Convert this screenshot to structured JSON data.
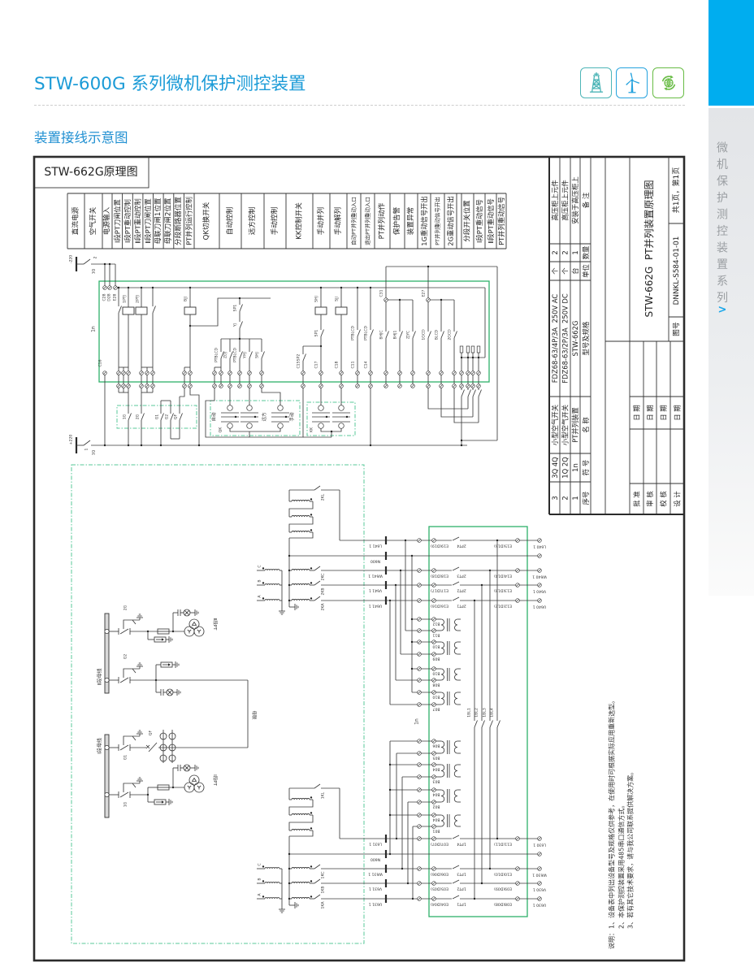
{
  "page": {
    "title": "STW-600G 系列微机保护测控装置",
    "section_title": "装置接线示意图",
    "title_color": "#1b9bd7",
    "section_color": "#2190d2",
    "header_icons": [
      {
        "icon": "transmission-tower-icon",
        "color": "#4db5b7"
      },
      {
        "icon": "wind-turbine-icon",
        "color": "#26a3de"
      },
      {
        "icon": "recycle-globe-icon",
        "color": "#68bc45"
      }
    ]
  },
  "sidebar": {
    "tab_color": "#00adef",
    "label": "微机保护测控装置系列",
    "arrow": ">"
  },
  "diagram": {
    "title": "STW-662G原理图",
    "column_headers": [
      "直流电源",
      "空气开关",
      "电源输入",
      "Ⅰ段PT刀闸位置",
      "Ⅰ段PT重动控制",
      "Ⅱ段PT重动控制",
      "Ⅱ段PT刀闸位置",
      "母联刀闸1位置",
      "母联刀闸2位置",
      "分段断路器位置",
      "PT并列运行控制",
      "QK切换开关",
      "自动控制",
      "远方控制",
      "手动控制",
      "KK控制开关",
      "手动并列",
      "手动解列",
      "自动PT并列重动入口",
      "退出PT并列重动入口",
      "PT并列动作",
      "保护告警",
      "装置异常",
      "1G重动信号开出",
      "PT并列重动信号开出",
      "2G重动信号开出",
      "分段开关位置",
      "Ⅰ段PT重动信号",
      "Ⅱ段PT重动信号",
      "PT并列重动信号"
    ],
    "upper_circuit": {
      "device_ref": "1n",
      "dc_negative": "-220",
      "dc_positive": "+220",
      "breaker_top": "1Q",
      "breaker_top_pole": "2",
      "breaker_bottom": "1Q",
      "breaker_bottom_pole": "1",
      "supply_terminals": [
        "C28",
        "D28",
        "E28"
      ],
      "common_terminal": "C16",
      "relay_coils": [
        "1PTJ",
        "2PTJ",
        "BJJ",
        "SHJ",
        "SJJ"
      ],
      "contacts_left": [
        "SP1",
        "YJ",
        "PTBLCD",
        "ZDJ",
        "PTBLCD",
        "YHJ",
        "SHJ"
      ],
      "contacts_right": [
        "SP1",
        "SP2",
        "PTBLCD",
        "PTBLCD",
        "BHJC",
        "BHJ1",
        "ZJYC",
        "1GCD",
        "BLCD",
        "2GCD"
      ],
      "node_terminals": [
        "C31",
        "E27"
      ],
      "input_terminals": [
        "C15",
        "C17",
        "C18",
        "C11",
        "C14"
      ],
      "position_switches": [
        "1G",
        "2G",
        "G1",
        "G2",
        "QF"
      ],
      "qk_switch": {
        "label": "QK",
        "positions": [
          "自动",
          "远方",
          "手动"
        ]
      },
      "kk_switch": {
        "label": "KK"
      }
    },
    "lower_circuit": {
      "bus_ii": "Ⅱ段母线",
      "bus_i": "Ⅰ段母线",
      "tie": "母联",
      "pt_ii": "Ⅱ段PT",
      "pt_i": "Ⅰ段PT",
      "disconnectors": {
        "ii_pt": "2G",
        "ii_tie": "G2",
        "i_tie": "G1",
        "i_pt": "1G"
      },
      "tie_breaker": "QF",
      "device_ref": "1n",
      "blocking_contacts": [
        "1BL1",
        "1BL2",
        "1BL3",
        "1BL4"
      ],
      "ct_ii": {
        "open_delta": "2KL",
        "phases": [
          "2KC",
          "2KB",
          "2KA"
        ],
        "primary": [
          "C",
          "B",
          "A"
        ]
      },
      "ct_i": {
        "open_delta": "1KL",
        "phases": [
          "1KC",
          "1KB",
          "1KA"
        ],
        "primary": [
          "C",
          "B",
          "A"
        ]
      },
      "group_ii": {
        "wires": [
          "L641 1",
          "N600",
          "W641 1",
          "V641 1",
          "U641 1"
        ],
        "in_terminals": [
          "E19(D19)",
          "E18(D18)",
          "E17(D17)",
          "E16(D16)"
        ],
        "switches": [
          "2PT4",
          "2PT3",
          "2PT2",
          "2PT1"
        ],
        "out_terminals": [
          "E15(D15)",
          "E14(D14)",
          "E13(D13)",
          "E12(D12)"
        ],
        "out_wires": [
          "L640 1",
          "W640 1",
          "V640 1",
          "U640 1"
        ],
        "pins": [
          [
            "B12",
            "B11"
          ],
          [
            "B10",
            "B09"
          ],
          [
            "B10",
            "B08"
          ],
          [
            "B10",
            "B07"
          ]
        ]
      },
      "group_i": {
        "wires": [
          "L631 1",
          "N600",
          "W631 1",
          "V631 1",
          "U631 1"
        ],
        "in_terminals": [
          "E07(D07)",
          "E06(D06)",
          "E05(D05)",
          "E04(D04)"
        ],
        "switches": [
          "1PT4",
          "1PT3",
          "1PT2",
          "1PT1"
        ],
        "out_terminals": [
          "E11(D11)",
          "E10(D10)",
          "E09(D09)",
          "E08(D08)"
        ],
        "out_wires": [
          "L630 1",
          "W630 1",
          "V630 1",
          "U630 1"
        ],
        "pins": [
          [
            "B06",
            "B05"
          ],
          [
            "B04",
            "B03"
          ],
          [
            "B04",
            "B02"
          ],
          [
            "B04",
            "B01"
          ]
        ]
      }
    },
    "device_table": {
      "headers": {
        "seq": "序号",
        "symbol": "符 号",
        "name": "名 称",
        "model": "型号及规格",
        "unit": "单位",
        "qty": "数量",
        "remark": "备 注"
      },
      "rows": [
        {
          "seq": "3",
          "symbol": "3Q 4Q",
          "name": "小型空气开关",
          "model": "FDZ68-63/4P/3A  250V AC",
          "unit": "个",
          "qty": "2",
          "remark": "高压柜上元件"
        },
        {
          "seq": "2",
          "symbol": "1Q 2Q",
          "name": "小型空气开关",
          "model": "FDZ68-63/2P/3A  250V DC",
          "unit": "个",
          "qty": "2",
          "remark": "高压柜上元件"
        },
        {
          "seq": "1",
          "symbol": "1n",
          "name": "PT并列装置",
          "model": "STW-662G",
          "unit": "台",
          "qty": "1",
          "remark": "安装于高压柜上"
        }
      ]
    },
    "title_block": {
      "drawing_title": "STW-662G  PT并列装置原理图",
      "drawing_no_label": "图号",
      "drawing_no": "DNNKL-S584-01-01",
      "pages": "共1页，第1页",
      "signatures": [
        {
          "role": "批 准",
          "date_label": "日 期"
        },
        {
          "role": "审 核",
          "date_label": "日 期"
        },
        {
          "role": "校 核",
          "date_label": "日 期"
        },
        {
          "role": "设 计",
          "date_label": "日 期"
        }
      ]
    },
    "notes": {
      "label": "说明：",
      "items": [
        "1、设备表中列出设备型号及规格仅供参考，在使用时可根据实际应用重新选型。",
        "2、本保护测控装置采用485串口通信方式。",
        "3、若有其它技术要求，请与我公司联系提供解决方案。"
      ]
    }
  }
}
